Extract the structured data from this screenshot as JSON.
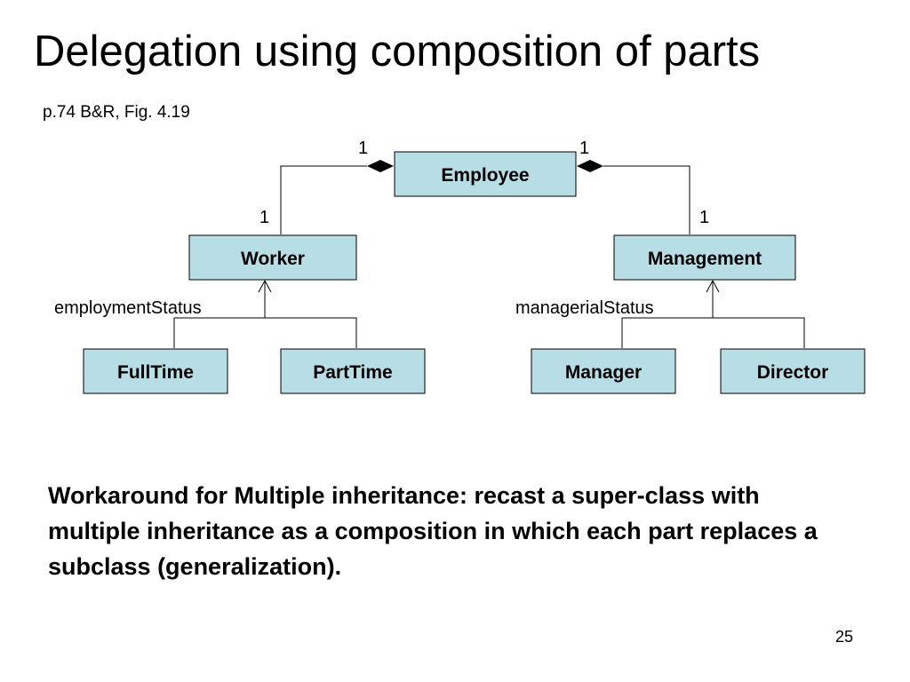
{
  "slide": {
    "title": "Delegation using composition of parts",
    "subtitle": "p.74 B&R, Fig. 4.19",
    "body": "Workaround for Multiple inheritance: recast a super-class with multiple inheritance as a composition in which each part replaces a subclass (generalization).",
    "page_number": "25"
  },
  "diagram": {
    "classes": {
      "employee": "Employee",
      "worker": "Worker",
      "management": "Management",
      "fulltime": "FullTime",
      "parttime": "PartTime",
      "manager": "Manager",
      "director": "Director"
    },
    "multiplicities": {
      "employee_left": "1",
      "employee_right": "1",
      "worker": "1",
      "management": "1"
    },
    "discriminators": {
      "worker": "employmentStatus",
      "management": "managerialStatus"
    }
  },
  "colors": {
    "box_fill": "#b7dde5",
    "line": "#000000"
  }
}
